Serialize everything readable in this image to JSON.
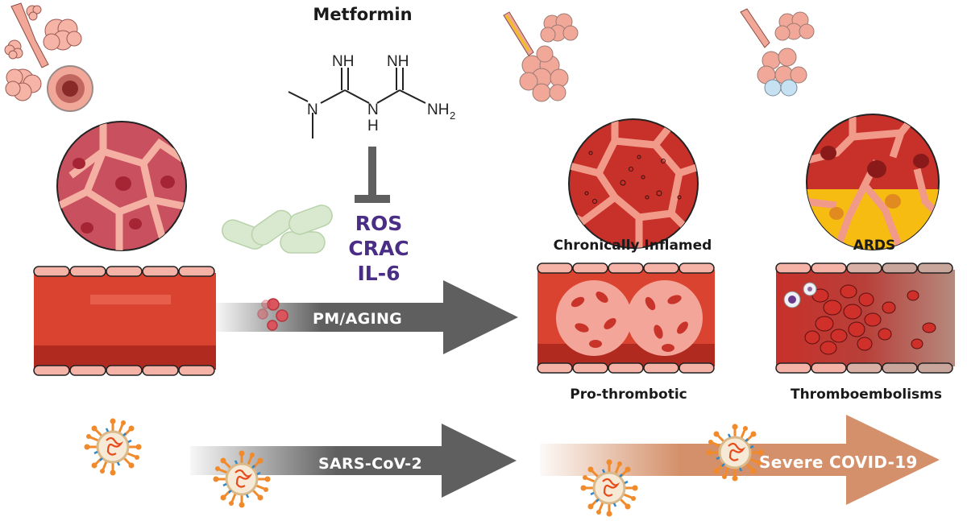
{
  "figure": {
    "drug": {
      "name": "Metformin",
      "structure_atoms": {
        "imine_left": "NH",
        "imine_right": "NH",
        "amine_center_n": "N",
        "amine_center_h": "H",
        "dimethyl_n": "N",
        "terminal_amine": "NH",
        "terminal_amine_subscript": "2"
      },
      "inhibition_symbol": "inhibit-bar-icon",
      "targets": [
        "ROS",
        "CRAC",
        "IL-6"
      ]
    },
    "arrows": {
      "pm_aging": {
        "label": "PM/AGING",
        "color": "#5f5f5f"
      },
      "sars": {
        "label": "SARS-CoV-2",
        "color": "#5f5f5f"
      },
      "severe": {
        "label": "Severe COVID-19",
        "color": "#d4906a"
      }
    },
    "panels": {
      "healthy": {
        "lung_icon": "lung-alveoli-icon",
        "tissue_icon": "healthy-tissue-icon",
        "vessel_icon": "healthy-vessel-icon"
      },
      "inflamed": {
        "label_top": "Chronically Inflamed",
        "label_bottom": "Pro-thrombotic"
      },
      "ards": {
        "label_top": "ARDS",
        "label_bottom": "Thromboembolisms"
      }
    },
    "colors": {
      "vessel_red": "#d9432f",
      "vessel_dark": "#b02a20",
      "endothelium": "#f4b3a6",
      "tissue_pink": "#c9505f",
      "tissue_red": "#c8302a",
      "septa": "#f2a59a",
      "fluid_yellow": "#f6bc12",
      "mito_green": "#cfe3c4",
      "particle_red": "#d9565e",
      "virus_orange": "#f08a2a",
      "virus_spike_blue": "#2f86c8",
      "text_purple": "#4a2d84"
    }
  }
}
